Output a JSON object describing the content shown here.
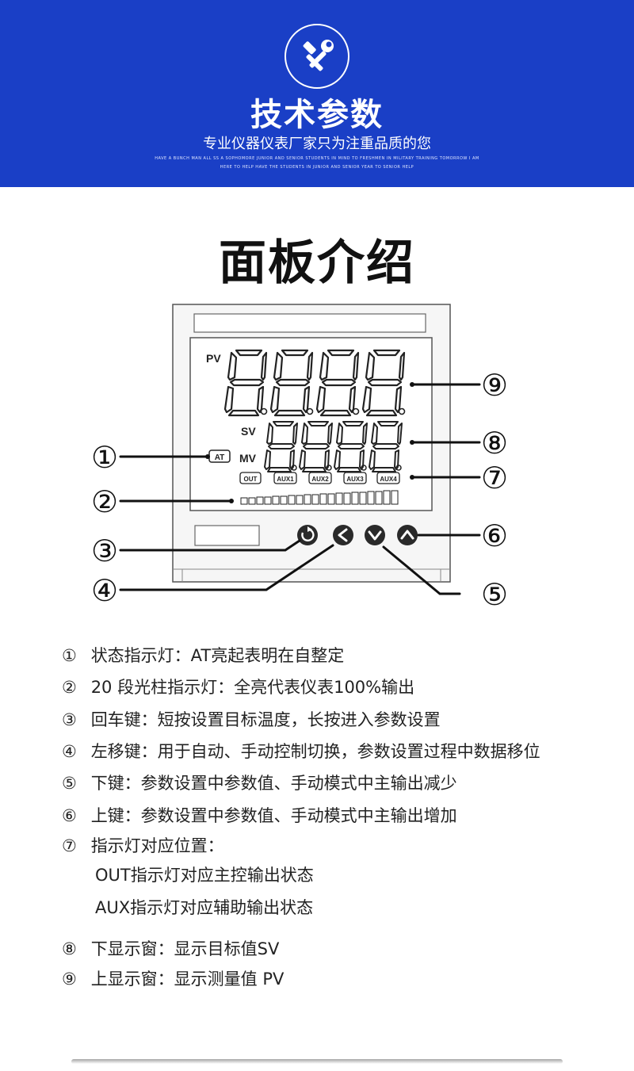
{
  "header": {
    "icon": "tools-icon",
    "title": "技术参数",
    "subtitle": "专业仪器仪表厂家只为注重品质的您",
    "tiny_line_1": "HAVE A BUNCH MAN ALL SS A SOPHOMORE JUNIOR AND SENIOR STUDENTS IN MIND TO FRESHMEN IN MILITARY TRAINING TOMORROW I AM",
    "tiny_line_2": "HERE TO HELP HAVE THE STUDENTS IN JUNIOR AND SENIOR YEAR TO SENIOR HELP"
  },
  "section": {
    "title": "面板介绍"
  },
  "panel": {
    "pv_label": "PV",
    "sv_label": "SV",
    "mv_label": "MV",
    "at_label": "AT",
    "indicators": [
      "OUT",
      "AUX1",
      "AUX2",
      "AUX3",
      "AUX4"
    ],
    "callouts": [
      "①",
      "②",
      "③",
      "④",
      "⑤",
      "⑥",
      "⑦",
      "⑧",
      "⑨"
    ]
  },
  "descriptions": [
    {
      "num": "①",
      "text": "状态指示灯：AT亮起表明在自整定"
    },
    {
      "num": "②",
      "text": "20 段光柱指示灯：全亮代表仪表100%输出"
    },
    {
      "num": "③",
      "text": "回车键：短按设置目标温度，长按进入参数设置"
    },
    {
      "num": "④",
      "text": "左移键：用于自动、手动控制切换，参数设置过程中数据移位"
    },
    {
      "num": "⑤",
      "text": "下键：参数设置中参数值、手动模式中主输出减少"
    },
    {
      "num": "⑥",
      "text": "上键：参数设置中参数值、手动模式中主输出增加"
    },
    {
      "num": "⑦",
      "text": "指示灯对应位置："
    },
    {
      "num": "⑧",
      "text": "下显示窗：显示目标值SV"
    },
    {
      "num": "⑨",
      "text": "上显示窗：显示测量值 PV"
    }
  ],
  "descriptions_extra": [
    "OUT指示灯对应主控输出状态",
    "AUX指示灯对应辅助输出状态"
  ]
}
